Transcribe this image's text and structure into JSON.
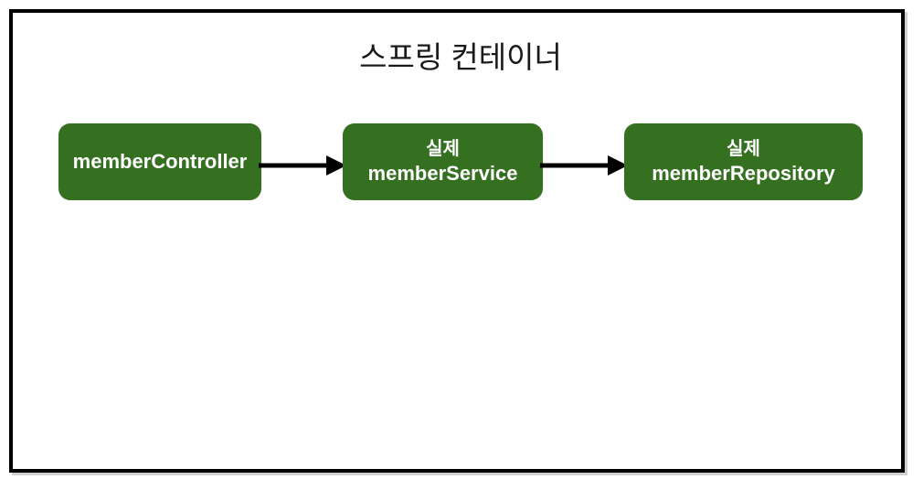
{
  "diagram": {
    "title": "스프링 컨테이너",
    "background_color": "#ffffff",
    "frame": {
      "name": "spring-container-frame",
      "border_color": "#000000",
      "fill_color": "#ffffff"
    },
    "node_fill_color": "#357021",
    "node_text_color": "#ffffff",
    "arrow_color": "#000000",
    "nodes": [
      {
        "id": "memberController",
        "prefix": "",
        "label": "memberController"
      },
      {
        "id": "memberService",
        "prefix": "실제",
        "label": "memberService"
      },
      {
        "id": "memberRepository",
        "prefix": "실제",
        "label": "memberRepository"
      }
    ],
    "edges": [
      {
        "id": "controller-to-service",
        "from": "memberController",
        "to": "memberService",
        "label": "",
        "style": "solid-arrow"
      },
      {
        "id": "service-to-repository",
        "from": "memberService",
        "to": "memberRepository",
        "label": "",
        "style": "solid-arrow"
      }
    ]
  }
}
